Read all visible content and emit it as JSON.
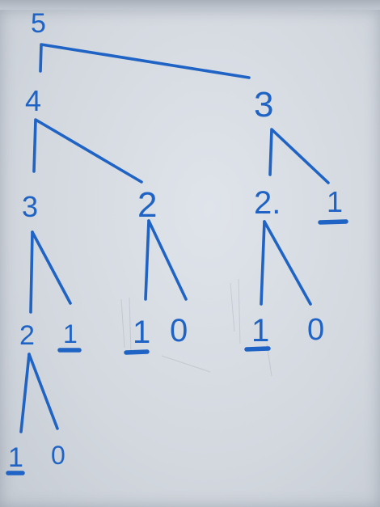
{
  "ink_color": "#1f63c4",
  "tree": {
    "root": "5",
    "level1": [
      "4",
      "3"
    ],
    "level2": [
      "3",
      "2",
      "2.",
      "1"
    ],
    "level3": [
      "2",
      "1",
      "1",
      "0",
      "1",
      "0"
    ],
    "level4": [
      "1",
      "0"
    ]
  }
}
